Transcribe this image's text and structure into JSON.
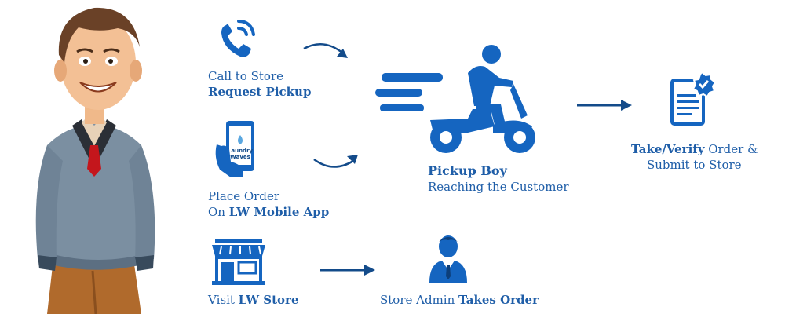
{
  "colors": {
    "blue": "#1565c0",
    "dark_blue": "#134b8a",
    "text": "#1f5ea8"
  },
  "channels": [
    {
      "icon": "phone-icon",
      "line1": "Call to Store",
      "line2_bold": "Request Pickup"
    },
    {
      "icon": "mobile-app-icon",
      "app_label_1": "Laundry",
      "app_label_2": "Waves",
      "line1_prefix": "Place Order",
      "line2_prefix": "On ",
      "line2_bold": "LW Mobile App"
    },
    {
      "icon": "store-icon",
      "prefix": "Visit ",
      "bold": "LW Store"
    }
  ],
  "pickup": {
    "icon": "scooter-rider-icon",
    "title": "Pickup Boy",
    "subtitle": "Reaching the Customer"
  },
  "verify": {
    "icon": "verified-document-icon",
    "bold": "Take/Verify",
    "rest": " Order &",
    "line2": "Submit to Store"
  },
  "admin": {
    "icon": "store-admin-icon",
    "prefix": "Store Admin ",
    "bold": "Takes Order"
  }
}
